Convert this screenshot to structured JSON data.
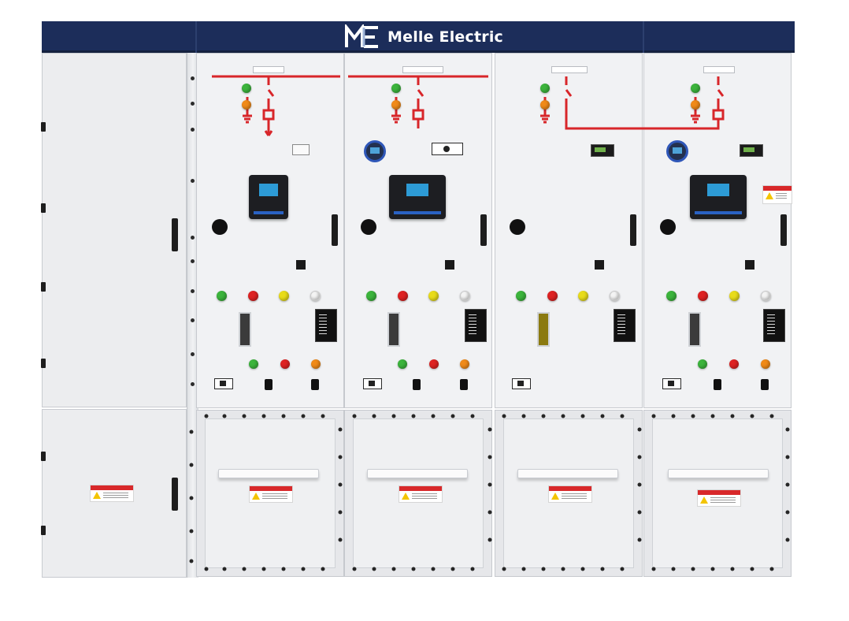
{
  "brand": {
    "name": "Melle Electric",
    "logo_mark": "ME"
  },
  "colors": {
    "header_navy": "#1c2d5a",
    "mimic_red": "#d8262a",
    "cabinet_gray": "#eceef0",
    "lamp_green": "#3cb43c",
    "lamp_red": "#de2222",
    "lamp_yellow": "#e8dc1a",
    "lamp_orange": "#f08a18"
  },
  "panels": [
    {
      "type": "incomer",
      "has_protection_relay": true,
      "has_round_meter": false
    },
    {
      "type": "feeder",
      "has_protection_relay": true,
      "has_round_meter": true
    },
    {
      "type": "bus-riser",
      "has_protection_relay": false,
      "has_round_meter": false
    },
    {
      "type": "feeder",
      "has_protection_relay": true,
      "has_round_meter": true
    }
  ],
  "icons": [
    "logo-mark",
    "warning-sign-icon",
    "indicator-lamp",
    "disconnect-switch-icon",
    "ground-symbol-icon"
  ]
}
